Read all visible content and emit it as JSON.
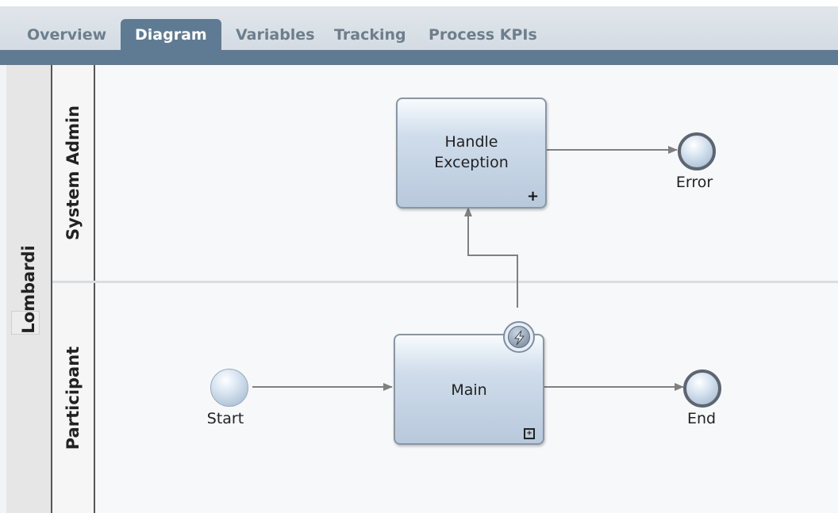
{
  "tabs": [
    {
      "label": "Overview",
      "active": false
    },
    {
      "label": "Diagram",
      "active": true
    },
    {
      "label": "Variables",
      "active": false
    },
    {
      "label": "Tracking",
      "active": false
    },
    {
      "label": "Process KPIs",
      "active": false
    }
  ],
  "pool": {
    "name": "Lombardi"
  },
  "lanes": [
    {
      "name": "System Admin"
    },
    {
      "name": "Participant"
    }
  ],
  "nodes": {
    "handle_exception": {
      "label_line1": "Handle",
      "label_line2": "Exception",
      "marker": "+"
    },
    "main": {
      "label": "Main",
      "marker": "subprocess-icon"
    },
    "start": {
      "label": "Start"
    },
    "end": {
      "label": "End"
    },
    "error": {
      "label": "Error"
    },
    "attached": {
      "icon": "lightning-icon"
    }
  },
  "colors": {
    "tab_active_bg": "#5f7b93",
    "task_fill": "#b8c9dc",
    "flow_line": "#808080"
  }
}
